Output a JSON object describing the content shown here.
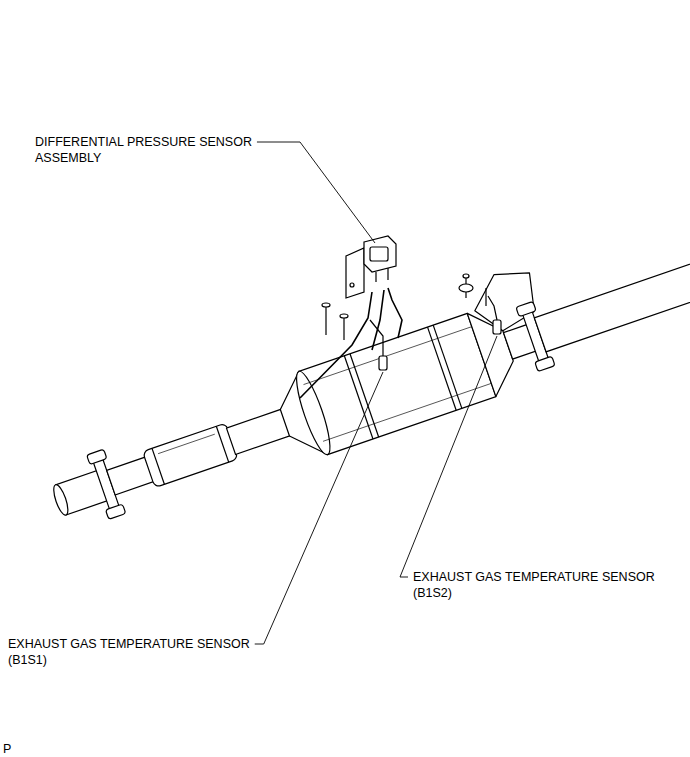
{
  "diagram": {
    "labels": [
      "DIFFERENTIAL PRESSURE SENSOR ASSEMBLY",
      "EXHAUST GAS TEMPERATURE SENSOR (B1S2)",
      "EXHAUST GAS TEMPERATURE SENSOR (B1S1)",
      "P"
    ]
  }
}
